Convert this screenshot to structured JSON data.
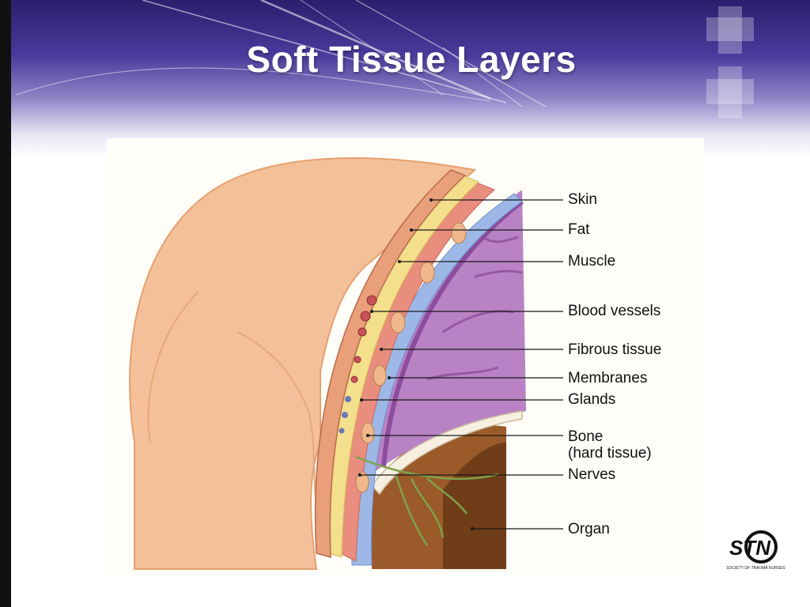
{
  "slide": {
    "title": "Soft Tissue Layers"
  },
  "diagram": {
    "labels": [
      "Skin",
      "Fat",
      "Muscle",
      "Blood vessels",
      "Fibrous tissue",
      "Membranes",
      "Glands",
      "Bone",
      "(hard tissue)",
      "Nerves",
      "Organ"
    ]
  },
  "logo": {
    "text": "STN",
    "caption": "SOCIETY OF TRAUMA NURSES"
  },
  "colors": {
    "header_dark": "#2a1f6e",
    "header_mid": "#4b3a9c",
    "skin": "#f2b98f",
    "fat": "#f2dd86",
    "muscle": "#e8857a",
    "membrane": "#8aa9df",
    "organ_purple": "#a56bb5",
    "bone_organ": "#9b5a2a",
    "nerve": "#7ea24a"
  }
}
